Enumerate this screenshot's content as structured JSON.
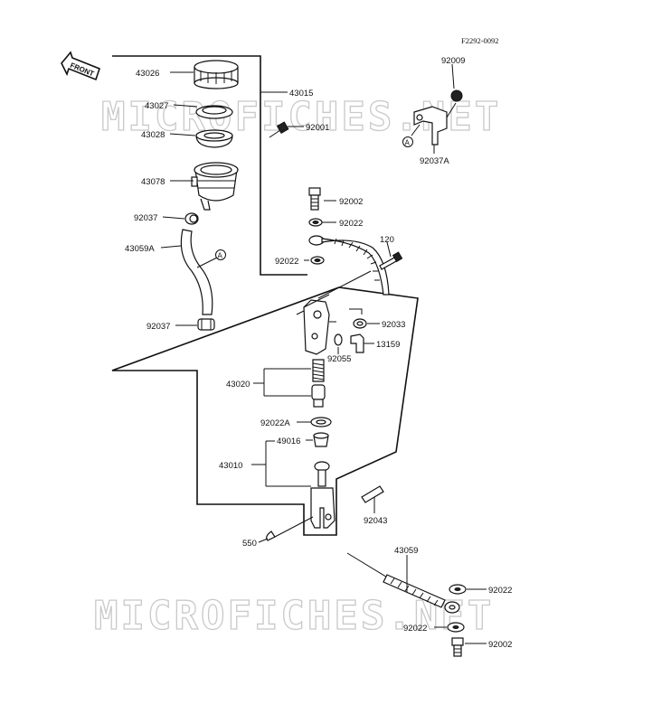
{
  "figure_code": "F2292-0092",
  "front_label": "FRONT",
  "watermark": "MICROFICHES.NET",
  "callout_letter": "A",
  "labels": {
    "p43026": "43026",
    "p43027": "43027",
    "p43028": "43028",
    "p43078": "43078",
    "p92037_top": "92037",
    "p43059A": "43059A",
    "p92037_bottom": "92037",
    "p43015": "43015",
    "p92001": "92001",
    "p92009": "92009",
    "p92037A": "92037A",
    "p92002_top": "92002",
    "p92022_top": "92022",
    "p120": "120",
    "p92022_mid": "92022",
    "p92033": "92033",
    "p13159": "13159",
    "p92055": "92055",
    "p43020": "43020",
    "p92022A": "92022A",
    "p49016": "49016",
    "p43010": "43010",
    "p92043": "92043",
    "p550": "550",
    "p43059": "43059",
    "p92022_low1": "92022",
    "p92022_low2": "92022",
    "p92002_low": "92002"
  }
}
